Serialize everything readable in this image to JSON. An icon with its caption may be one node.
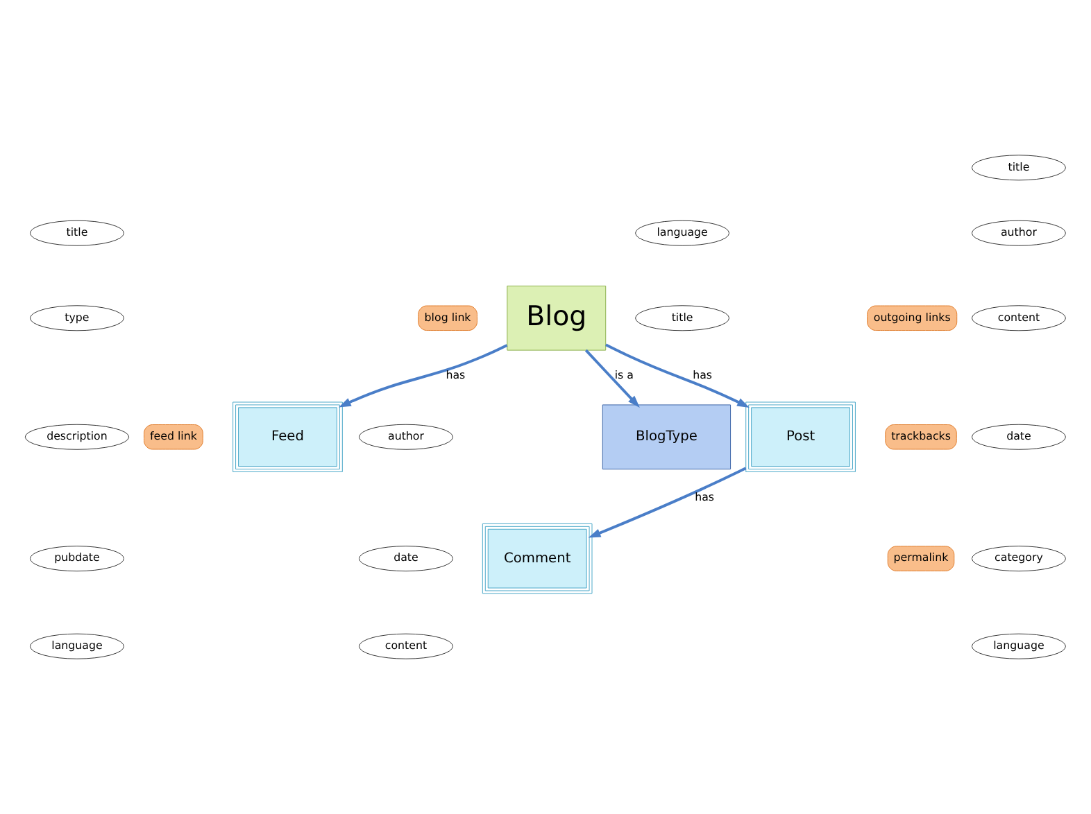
{
  "diagram": {
    "nodes": [
      {
        "text": [
          "BlogType"
        ]
      },
      {
        "text": [
          "outgoing links"
        ]
      },
      {
        "text": [
          "trackbacks"
        ]
      },
      {
        "text": [
          "permalink"
        ]
      },
      {
        "text": [
          "Post"
        ]
      },
      {
        "text": [
          "title"
        ]
      },
      {
        "text": [
          "author"
        ]
      },
      {
        "text": [
          "content"
        ]
      },
      {
        "text": [
          "date"
        ]
      },
      {
        "text": [
          "category"
        ]
      },
      {
        "text": [
          "language"
        ]
      },
      {
        "text": [
          "blog link"
        ]
      },
      {
        "text": [
          "Blog"
        ]
      },
      {
        "text": [
          "language"
        ]
      },
      {
        "text": [
          "title"
        ]
      },
      {
        "text": [
          "feed link"
        ]
      },
      {
        "text": [
          "Feed"
        ]
      },
      {
        "text": [
          "title"
        ]
      },
      {
        "text": [
          "type"
        ]
      },
      {
        "text": [
          "description"
        ]
      },
      {
        "text": [
          "pubdate"
        ]
      },
      {
        "text": [
          "language"
        ]
      },
      {
        "text": [
          "Comment"
        ]
      },
      {
        "text": [
          "author"
        ]
      },
      {
        "text": [
          "date"
        ]
      },
      {
        "text": [
          "content"
        ]
      }
    ],
    "edges": [
      {
        "from": 12,
        "to": 0,
        "arrow": "to",
        "label": "is a"
      },
      {
        "from": 12,
        "to": 4,
        "arrow": "to",
        "label": "has"
      },
      {
        "from": 12,
        "to": 16,
        "arrow": "to",
        "label": "has"
      },
      {
        "from": 4,
        "to": 22,
        "arrow": "to",
        "label": "has"
      }
    ]
  }
}
